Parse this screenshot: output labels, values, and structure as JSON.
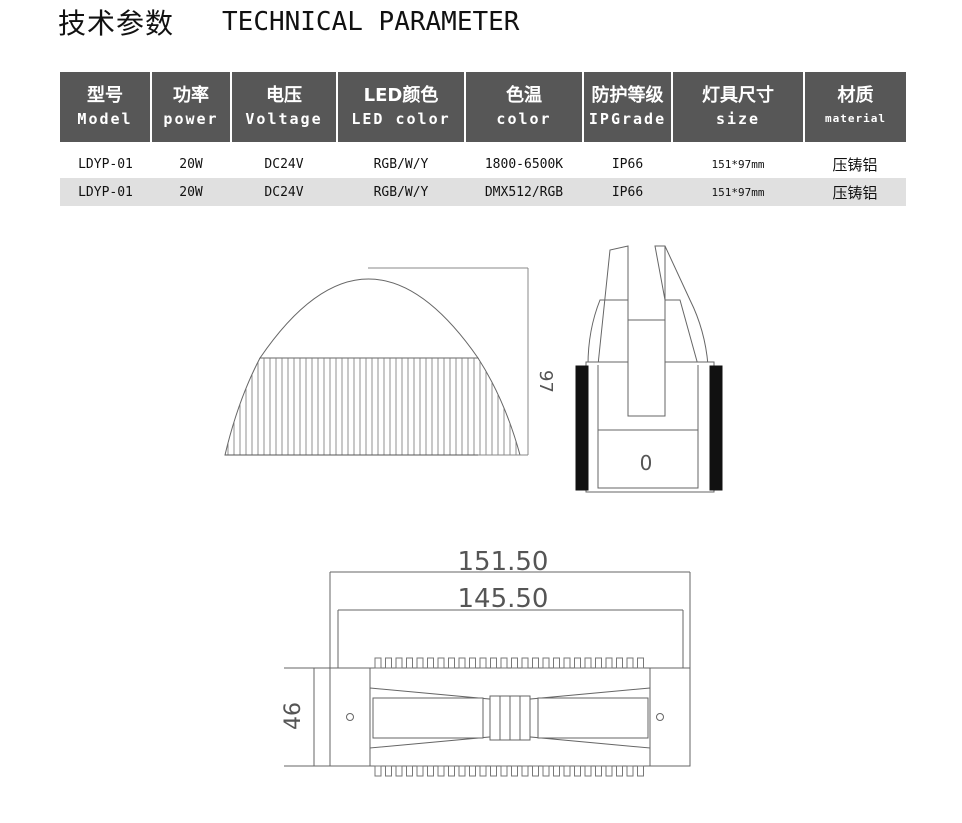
{
  "header": {
    "title_cn": "技术参数",
    "title_en": "TECHNICAL PARAMETER"
  },
  "table": {
    "columns": [
      {
        "cn": "型号",
        "en": "Model"
      },
      {
        "cn": "功率",
        "en": "power"
      },
      {
        "cn": "电压",
        "en": "Voltage"
      },
      {
        "cn": "LED颜色",
        "en": "LED color"
      },
      {
        "cn": "色温",
        "en": "color"
      },
      {
        "cn": "防护等级",
        "en": "IPGrade"
      },
      {
        "cn": "灯具尺寸",
        "en": "size"
      },
      {
        "cn": "材质",
        "en": "material"
      }
    ],
    "rows": [
      [
        "LDYP-01",
        "20W",
        "DC24V",
        "RGB/W/Y",
        "1800-6500K",
        "IP66",
        "151*97mm",
        "压铸铝"
      ],
      [
        "LDYP-01",
        "20W",
        "DC24V",
        "RGB/W/Y",
        "DMX512/RGB",
        "IP66",
        "151*97mm",
        "压铸铝"
      ]
    ]
  },
  "drawings": {
    "front_height": "97",
    "side_mark": "0",
    "bottom_width_outer": "151.50",
    "bottom_width_inner": "145.50",
    "bottom_height": "46"
  }
}
